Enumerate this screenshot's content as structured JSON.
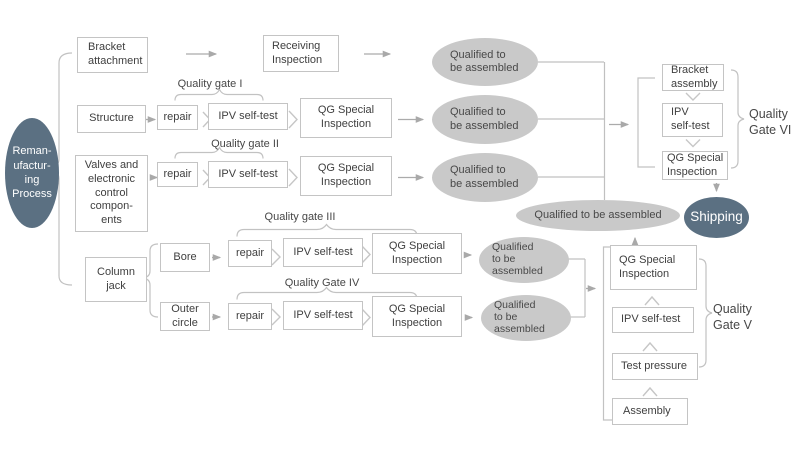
{
  "palette": {
    "dark_node": "#5b7082",
    "gray_node": "#c9c9c9",
    "line": "#bdbdbd",
    "text": "#3f3f3f"
  },
  "nodes": {
    "process": "Reman-\nufactur-\ning\nProcess",
    "bracket_attachment": "Bracket\nattachment",
    "receiving_inspection": "Receiving\nInspection",
    "structure": "Structure",
    "valves": "Valves and\nelectronic\ncontrol\ncompon-\nents",
    "column_jack": "Column\njack",
    "bore": "Bore",
    "outer_circle": "Outer\ncircle",
    "repair": "repair",
    "ipv_self_test": "IPV self-test",
    "qg_special_inspection": "QG Special\nInspection",
    "bracket_assembly": "Bracket\nassembly",
    "ipv_self_test_stacked": "IPV\nself-test",
    "test_pressure": "Test pressure",
    "assembly": "Assembly",
    "shipping": "Shipping"
  },
  "qualified": {
    "two_line": "Qualified to\nbe assembled",
    "three_line": "Qualified\nto be\nassembled",
    "one_line": "Qualified to be assembled"
  },
  "gate_labels": {
    "gate1": "Quality gate I",
    "gate2": "Quality gate II",
    "gate3": "Quality gate III",
    "gate4": "Quality Gate IV",
    "gate5": "Quality\nGate V",
    "gate6": "Quality\nGate VI"
  }
}
